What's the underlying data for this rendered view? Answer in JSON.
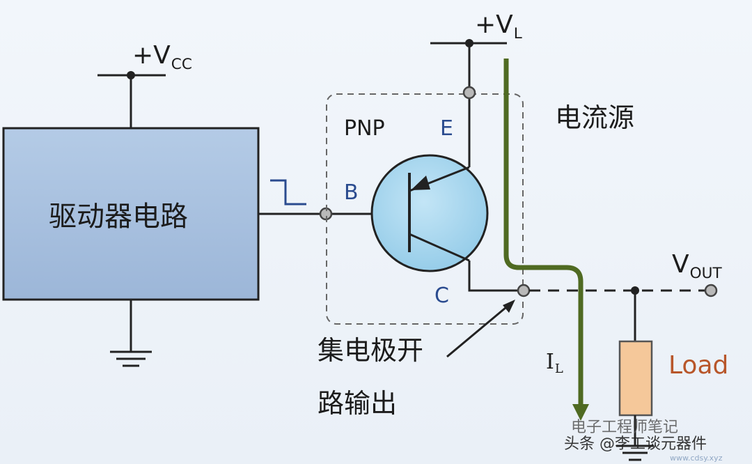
{
  "labels": {
    "vcc_main": "+V",
    "vcc_sub": "CC",
    "vl_main": "+V",
    "vl_sub": "L",
    "driver": "驱动器电路",
    "transistor_type": "PNP",
    "emitter": "E",
    "base": "B",
    "collector": "C",
    "current_source": "电流源",
    "vout_main": "V",
    "vout_sub": "OUT",
    "il_main": "I",
    "il_sub": "L",
    "load": "Load",
    "open_collector_line1": "集电极开",
    "open_collector_line2": "路输出"
  },
  "watermark": {
    "line1": "电子工程师笔记",
    "line2": "头条 @李工谈元器件",
    "url": "www.cdsy.xyz"
  },
  "colors": {
    "driver_fill": "#a9c1de",
    "transistor_fill": "#a9d7ee",
    "load_fill": "#f5c89a",
    "load_text": "#b8562a",
    "current_arrow": "#4f6a22",
    "label_blue": "#2a4b8f"
  }
}
